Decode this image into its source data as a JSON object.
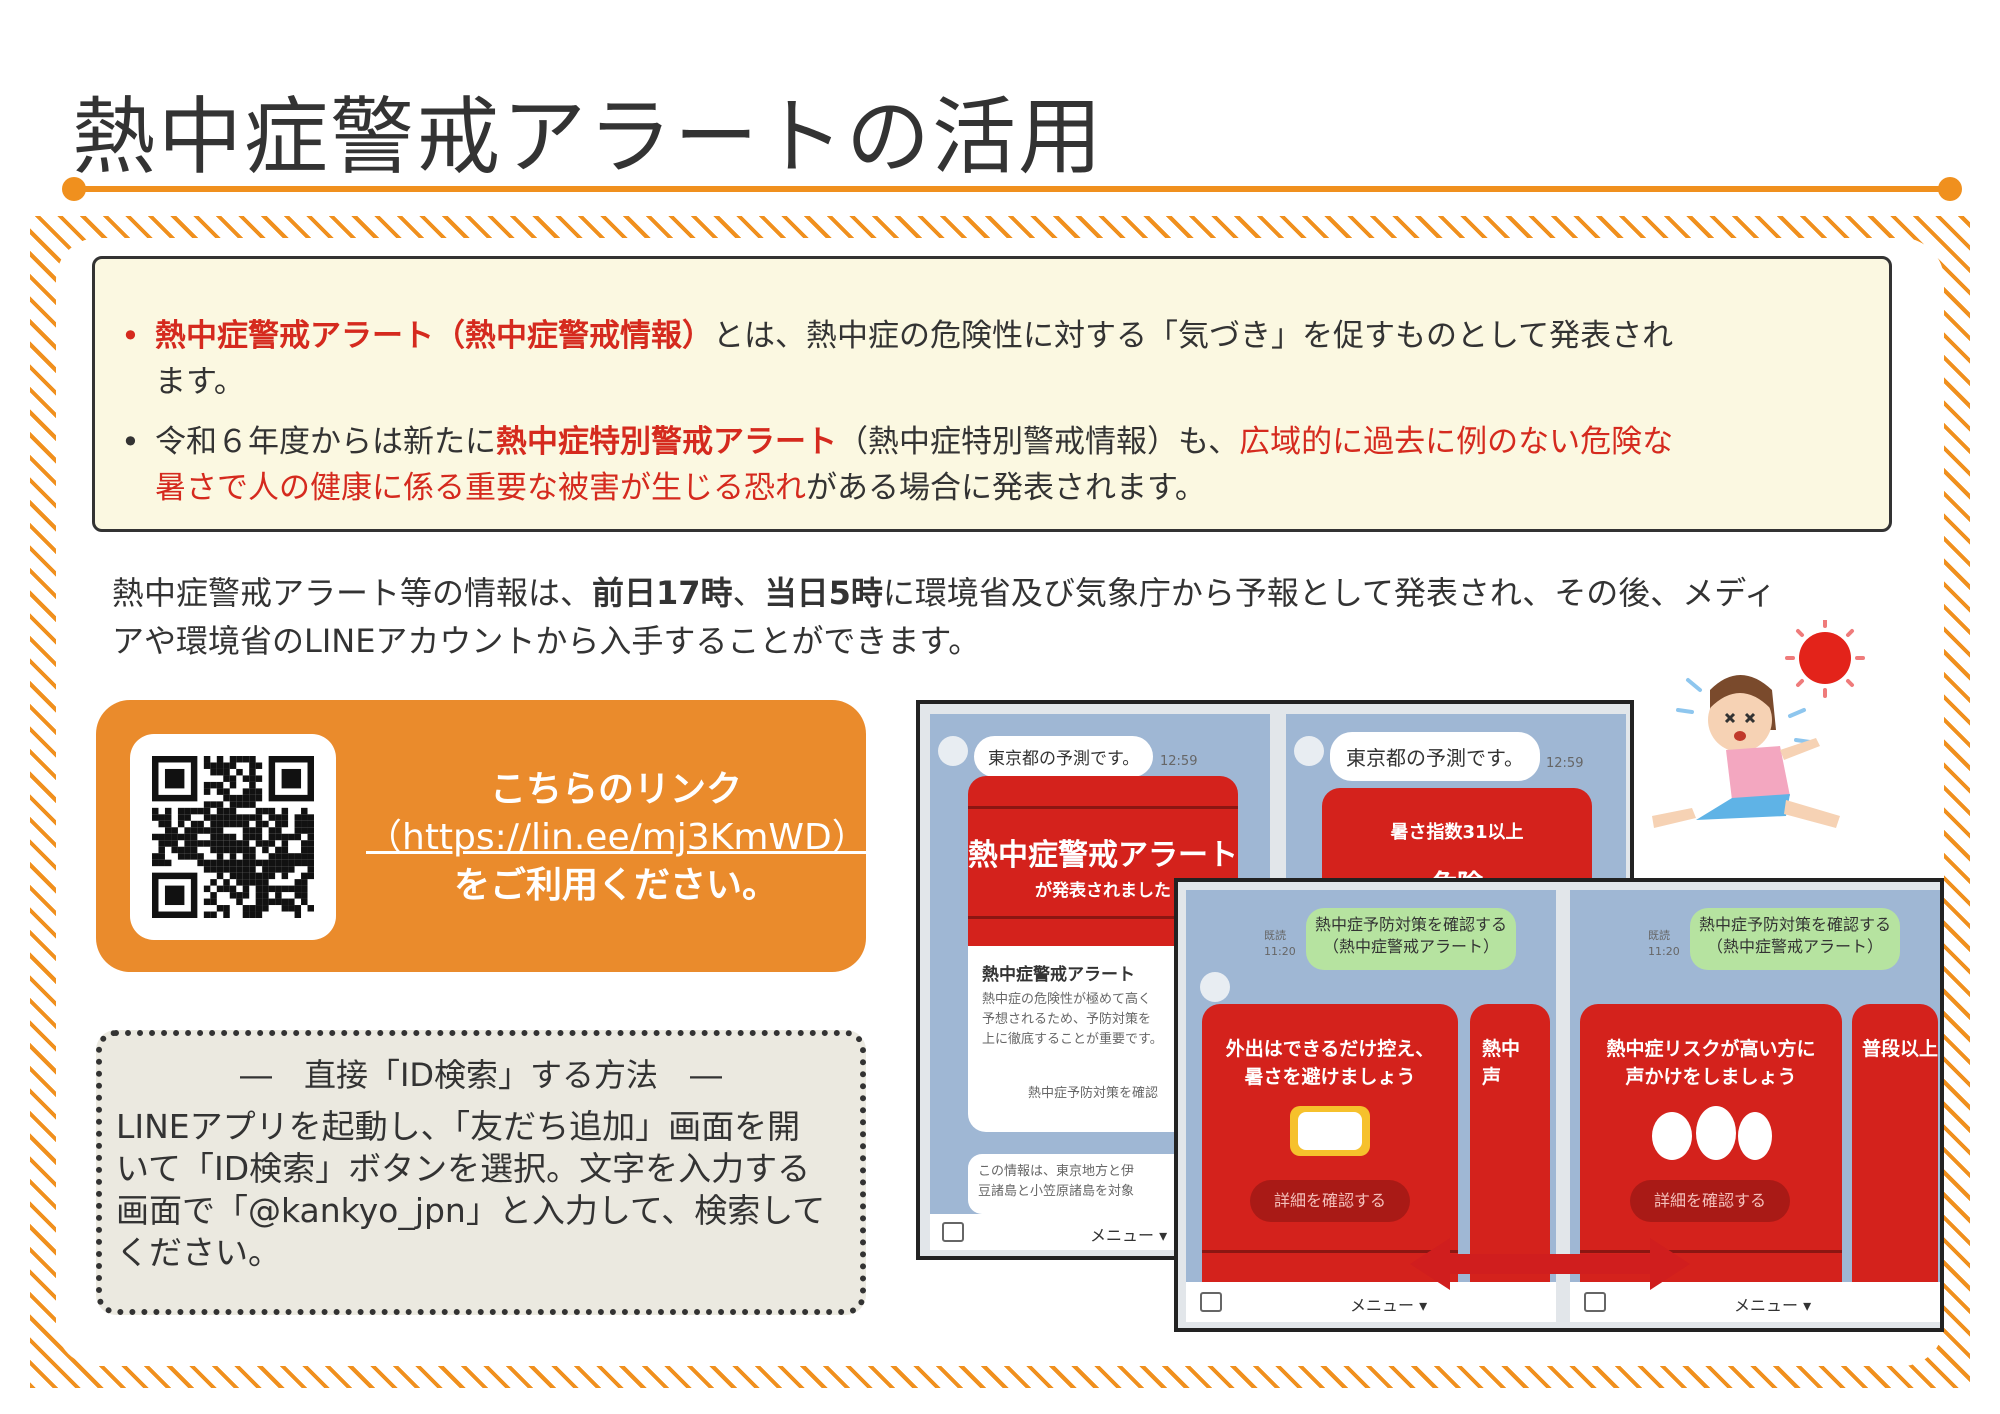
{
  "title": "熱中症警戒アラートの活用",
  "notice": {
    "bullet_mark": "•",
    "b1_l1_red": "熱中症警戒アラート（熱中症警戒情報）",
    "b1_l1_rest": "とは、熱中症の危険性に対する「気づき」を促すものとして発表され",
    "b1_l2": "ます。",
    "b2_l1_a": "令和６年度からは新たに",
    "b2_l1_red": "熱中症特別警戒アラート",
    "b2_l1_b": "（熱中症特別警戒情報）も、",
    "b2_l1_red2": "広域的に過去に例のない危険な",
    "b2_l2_red": "暑さで人の健康に係る重要な被害が生じる恐れ",
    "b2_l2_rest": "がある場合に発表されます。"
  },
  "info": {
    "l1_a": "熱中症警戒アラート等の情報は、",
    "l1_b1": "前日17時",
    "l1_c": "、",
    "l1_b2": "当日5時",
    "l1_d": "に環境省及び気象庁から予報として発表され、その後、メディ",
    "l2": "アや環境省のLINEアカウントから入手することができます。"
  },
  "link": {
    "line1": "こちらのリンク",
    "url": "（https://lin.ee/mj3KmWD）",
    "line3": "をご利用ください。"
  },
  "id_search": {
    "title": "―　直接「ID検索」する方法　―",
    "lines": [
      "LINEアプリを起動し、「友だち追加」画面を開",
      "いて「ID検索」ボタンを選択。文字を入力する",
      "画面で「@kankyo_jpn」と入力して、検索して",
      "ください。"
    ]
  },
  "screens": {
    "s1": {
      "bubble": "東京都の予測です。",
      "time": "12:59",
      "card_title": "熱中症警戒アラート",
      "card_sub": "が発表されました",
      "detail_title": "熱中症警戒アラート",
      "detail_lines": [
        "熱中症の危険性が極めて高く",
        "予想されるため、予防対策を",
        "上に徹底することが重要です。"
      ],
      "detail_link": "熱中症予防対策を確認",
      "footer_lines": [
        "この情報は、東京地方と伊",
        "豆諸島と小笠原諸島を対象"
      ],
      "menu": "メニュー ▾"
    },
    "s2": {
      "bubble": "東京都の予測です。",
      "time": "12:59",
      "card_sub": "暑さ指数31以上",
      "card_title": "危険"
    },
    "s3": {
      "green": "熱中症予防対策を確認する\n（熱中症警戒アラート）",
      "read": "既読",
      "time": "11:20",
      "card_l1": "外出はできるだけ控え、",
      "card_l2": "暑さを避けましょう",
      "side_l1": "熱中",
      "side_l2": "声",
      "button": "詳細を確認する",
      "menu": "メニュー ▾"
    },
    "s4": {
      "green": "熱中症予防対策を確認する\n（熱中症警戒アラート）",
      "read": "既読",
      "time": "11:20",
      "card_l1": "熱中症リスクが高い方に",
      "card_l2": "声かけをしましょう",
      "side_l1": "普段以上",
      "button": "詳細を確認する",
      "menu": "メニュー ▾"
    }
  },
  "colors": {
    "accent_orange": "#f0901e",
    "alert_red": "#d4221c",
    "notice_bg": "#fbf8e1",
    "line_green": "#b6e3a0"
  },
  "icons": [
    "qr-code-icon",
    "heatstroke-girl-illustration",
    "sun-icon",
    "penguin-icon",
    "double-arrow-icon",
    "keyboard-icon"
  ]
}
